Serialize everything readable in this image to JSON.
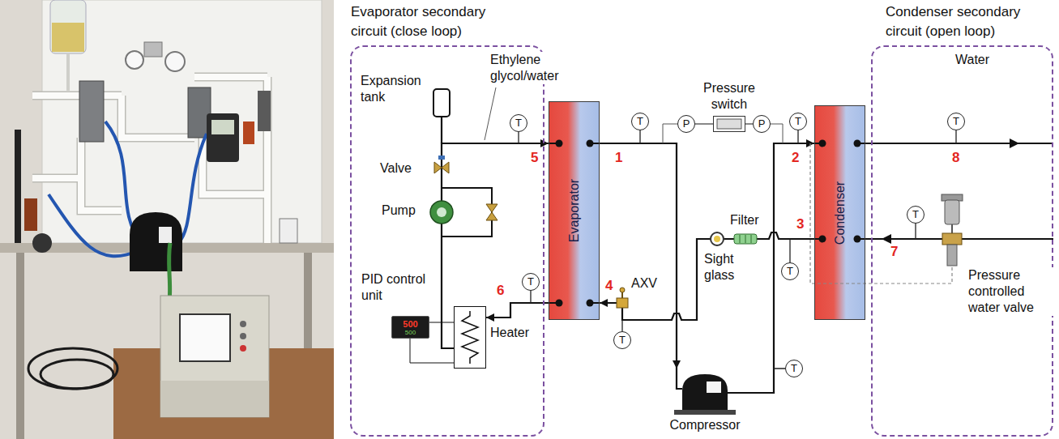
{
  "diagram": {
    "nodes": [
      {
        "text": [
          "Evaporator secondary circuit (close loop)"
        ]
      },
      {
        "text": [
          "T"
        ],
        "in": 0
      },
      {
        "text": [
          "PID control unit",
          "500",
          "500"
        ],
        "in": 0
      },
      {
        "text": [
          "Heater"
        ],
        "in": 0
      },
      {
        "text": [
          "T"
        ],
        "in": 0
      },
      {
        "text": [
          "Evaporator"
        ]
      },
      {
        "text": [
          "T"
        ]
      },
      {
        "text": [
          "T"
        ]
      },
      {
        "text": [
          "P"
        ]
      },
      {
        "text": [
          "Pressure switch"
        ]
      },
      {
        "text": [
          "P"
        ]
      },
      {
        "text": [
          "T"
        ]
      },
      {
        "text": [
          "Compressor"
        ]
      },
      {
        "text": [
          "T"
        ]
      },
      {
        "text": [
          "Condenser"
        ]
      },
      {
        "text": [
          "T"
        ]
      },
      {
        "text": [
          "Condenser secondary circuit (open loop)"
        ]
      },
      {
        "text": [
          "T"
        ],
        "in": 16
      },
      {
        "text": [
          "T"
        ],
        "in": 16
      }
    ],
    "edges": [
      {
        "from": 5,
        "to": 12,
        "arrow": "to"
      },
      {
        "from": 12,
        "to": 14,
        "arrow": "to"
      },
      {
        "from": 14,
        "to": 5,
        "arrow": "to"
      },
      {
        "from": 5,
        "to": 3,
        "arrow": "to"
      },
      {
        "from": 3,
        "to": 5,
        "arrow": "to"
      },
      {
        "from": 2,
        "to": 3,
        "arrow": "none"
      },
      {
        "from": 2,
        "to": 3,
        "arrow": "none"
      },
      {
        "from": 8,
        "to": 9,
        "arrow": "none"
      },
      {
        "from": 9,
        "to": 10,
        "arrow": "none"
      }
    ],
    "labels": [
      "Expansion tank",
      "Ethylene glycol/water",
      "Valve",
      "Pump",
      "5",
      "6",
      "1",
      "4",
      "AXV",
      "Sight glass",
      "Filter",
      "2",
      "3",
      "Water",
      "8",
      "7",
      "Pressure controlled water valve"
    ]
  }
}
